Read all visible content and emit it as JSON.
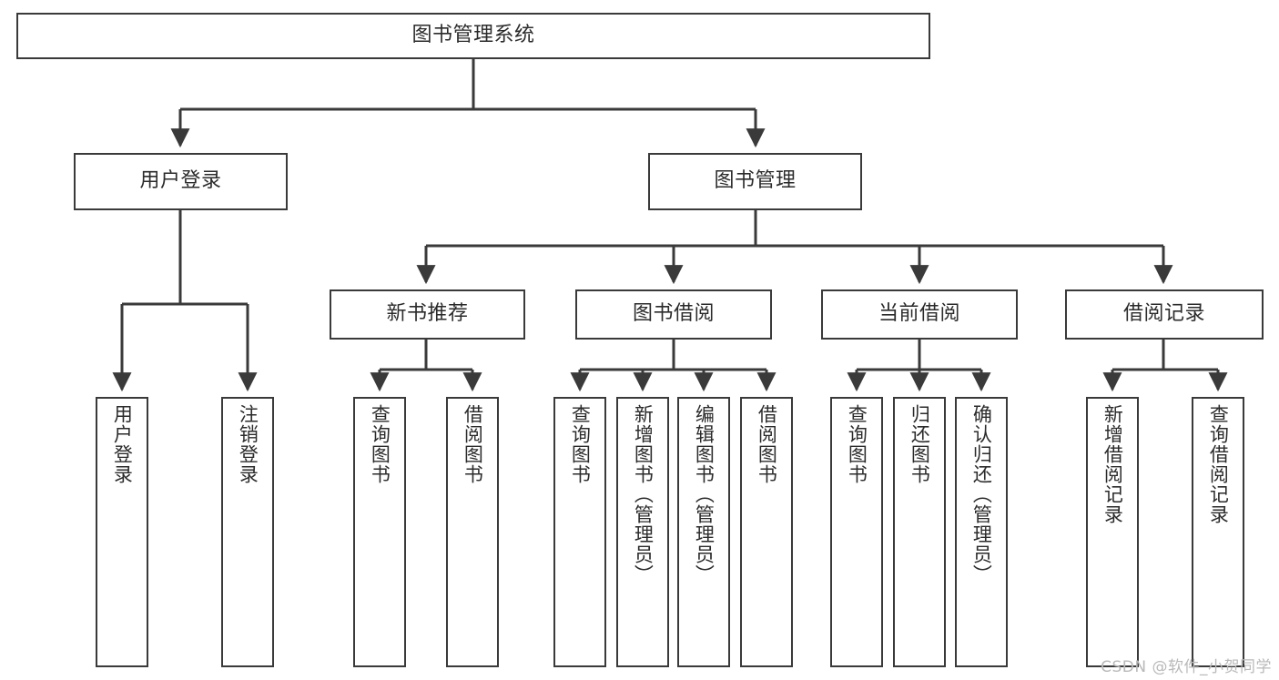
{
  "diagram": {
    "type": "tree",
    "title": "图书管理系统",
    "watermark": "CSDN @软件_小贺同学",
    "colors": {
      "box_border": "#3a3a3a",
      "box_fill": "#ffffff",
      "connector": "#3a3a3a",
      "text": "#2b2b2b",
      "watermark": "#b9b9b9",
      "background": "#ffffff"
    },
    "nodes": {
      "root": {
        "label": "图书管理系统"
      },
      "level2": [
        {
          "label": "用户登录"
        },
        {
          "label": "图书管理"
        }
      ],
      "level3": [
        {
          "label": "新书推荐"
        },
        {
          "label": "图书借阅"
        },
        {
          "label": "当前借阅"
        },
        {
          "label": "借阅记录"
        }
      ],
      "leaves_user_login": [
        {
          "label": "用户登录"
        },
        {
          "label": "注销登录"
        }
      ],
      "leaves_new_books": [
        {
          "label": "查询图书"
        },
        {
          "label": "借阅图书"
        }
      ],
      "leaves_book_borrow": [
        {
          "label": "查询图书"
        },
        {
          "label": "新增图书（管理员）"
        },
        {
          "label": "编辑图书（管理员）"
        },
        {
          "label": "借阅图书"
        }
      ],
      "leaves_current_borrow": [
        {
          "label": "查询图书"
        },
        {
          "label": "归还图书"
        },
        {
          "label": "确认归还（管理员）"
        }
      ],
      "leaves_borrow_records": [
        {
          "label": "新增借阅记录"
        },
        {
          "label": "查询借阅记录"
        }
      ]
    }
  }
}
